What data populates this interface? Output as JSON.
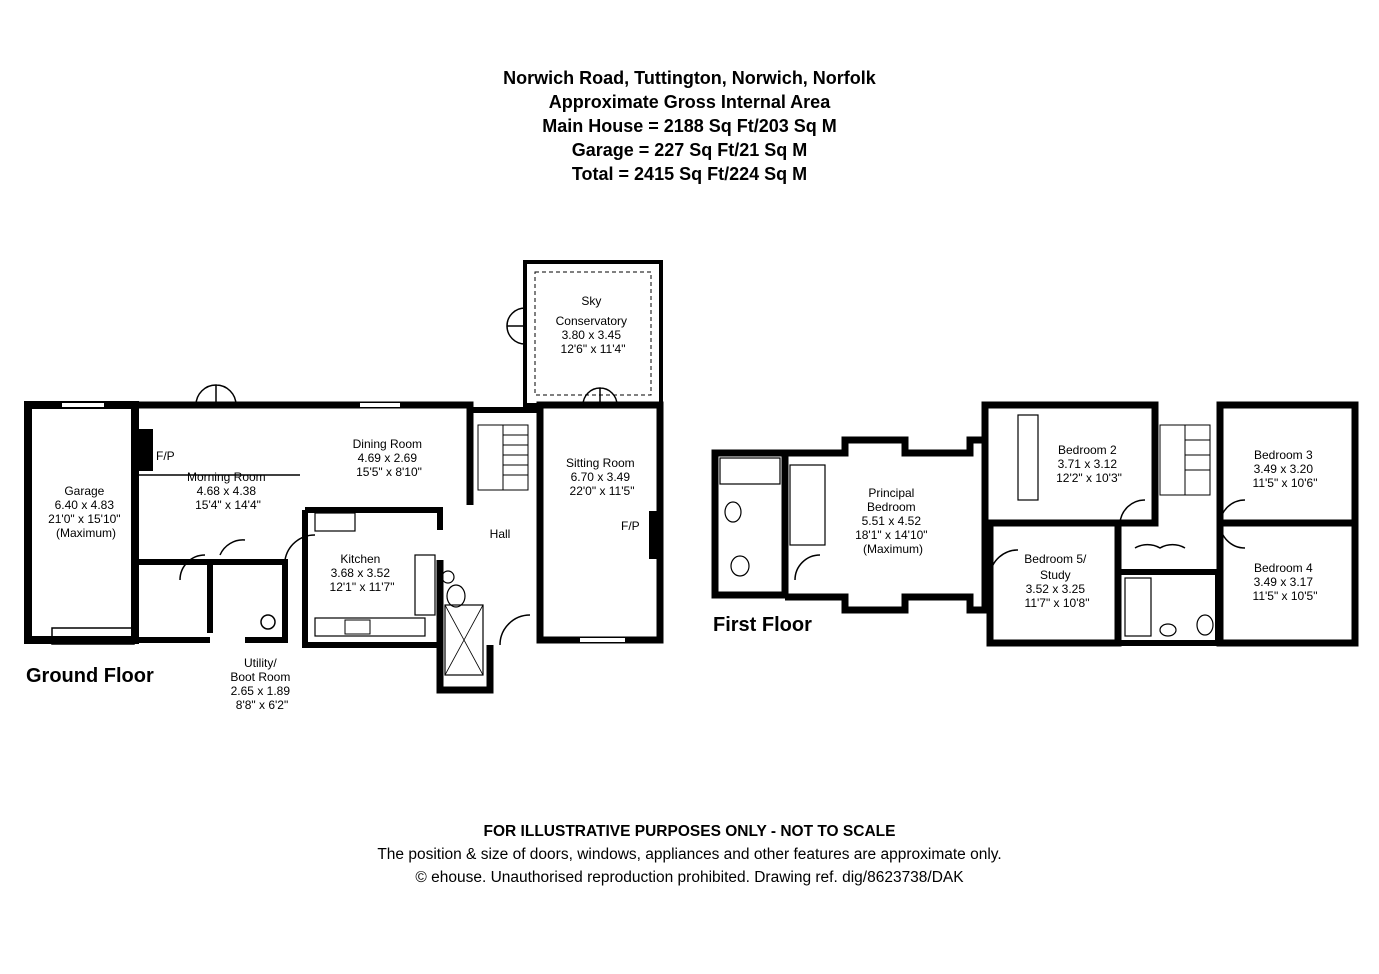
{
  "header": {
    "address": "Norwich Road, Tuttington, Norwich, Norfolk",
    "area_title": "Approximate Gross Internal Area",
    "main_house": "Main House = 2188 Sq Ft/203 Sq M",
    "garage": "Garage = 227 Sq Ft/21 Sq M",
    "total": "Total = 2415 Sq Ft/224 Sq M"
  },
  "floors": {
    "ground": "Ground Floor",
    "first": "First Floor"
  },
  "rooms": {
    "garage": [
      "Garage",
      "6.40 x 4.83",
      "21'0\" x 15'10\"",
      "(Maximum)"
    ],
    "fp_morning": "F/P",
    "morning_room": [
      "Morning Room",
      "4.68 x 4.38",
      "15'4\" x 14'4\""
    ],
    "dining_room": [
      "Dining Room",
      "4.69 x 2.69",
      "15'5\" x 8'10\""
    ],
    "kitchen": [
      "Kitchen",
      "3.68 x 3.52",
      "12'1\" x 11'7\""
    ],
    "hall": "Hall",
    "utility": [
      "Utility/",
      "Boot Room",
      "2.65 x 1.89",
      "8'8\" x 6'2\""
    ],
    "conservatory": [
      "Sky",
      "Conservatory",
      "3.80 x 3.45",
      "12'6\" x 11'4\""
    ],
    "sitting_room": [
      "Sitting Room",
      "6.70 x 3.49",
      "22'0\" x 11'5\""
    ],
    "fp_sitting": "F/P",
    "principal_bedroom": [
      "Principal",
      "Bedroom",
      "5.51 x 4.52",
      "18'1\" x 14'10\"",
      "(Maximum)"
    ],
    "bedroom2": [
      "Bedroom 2",
      "3.71 x 3.12",
      "12'2\" x 10'3\""
    ],
    "bedroom3": [
      "Bedroom 3",
      "3.49 x 3.20",
      "11'5\" x 10'6\""
    ],
    "bedroom4": [
      "Bedroom 4",
      "3.49 x 3.17",
      "11'5\" x 10'5\""
    ],
    "bedroom5": [
      "Bedroom 5/",
      "Study",
      "3.52 x 3.25",
      "11'7\" x 10'8\""
    ]
  },
  "footer": {
    "disclaimer": "FOR ILLUSTRATIVE PURPOSES ONLY - NOT TO SCALE",
    "note": "The position & size of doors, windows, appliances and other features are approximate only.",
    "copyright": "© ehouse. Unauthorised reproduction prohibited. Drawing ref. dig/8623738/DAK"
  },
  "colors": {
    "wall": "#000000",
    "background": "#ffffff"
  }
}
